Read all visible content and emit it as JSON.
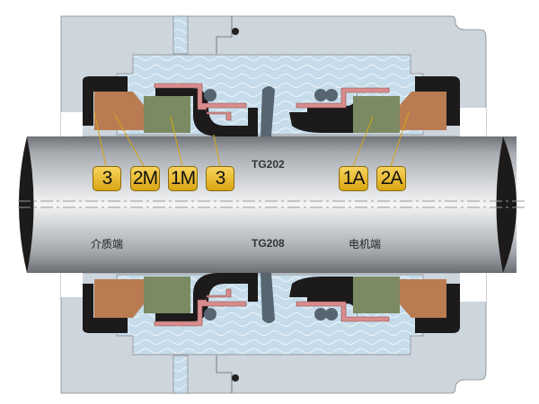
{
  "diagram": {
    "labels": {
      "top_model": "TG202",
      "bottom_model": "TG208",
      "medium_side": "介质端",
      "motor_side": "电机端"
    },
    "tags": [
      "3",
      "2M",
      "1M",
      "3",
      "1A",
      "2A"
    ],
    "colors": {
      "housing": "#cdd5dd",
      "fluid": "#c6dcea",
      "elastomer": "#1c1a1a",
      "carbon_seat": "#b97c52",
      "face": "#7b8a62",
      "retainer": "#d88c8c",
      "spring": "#56656f",
      "tag": "#e8bc2c"
    }
  }
}
